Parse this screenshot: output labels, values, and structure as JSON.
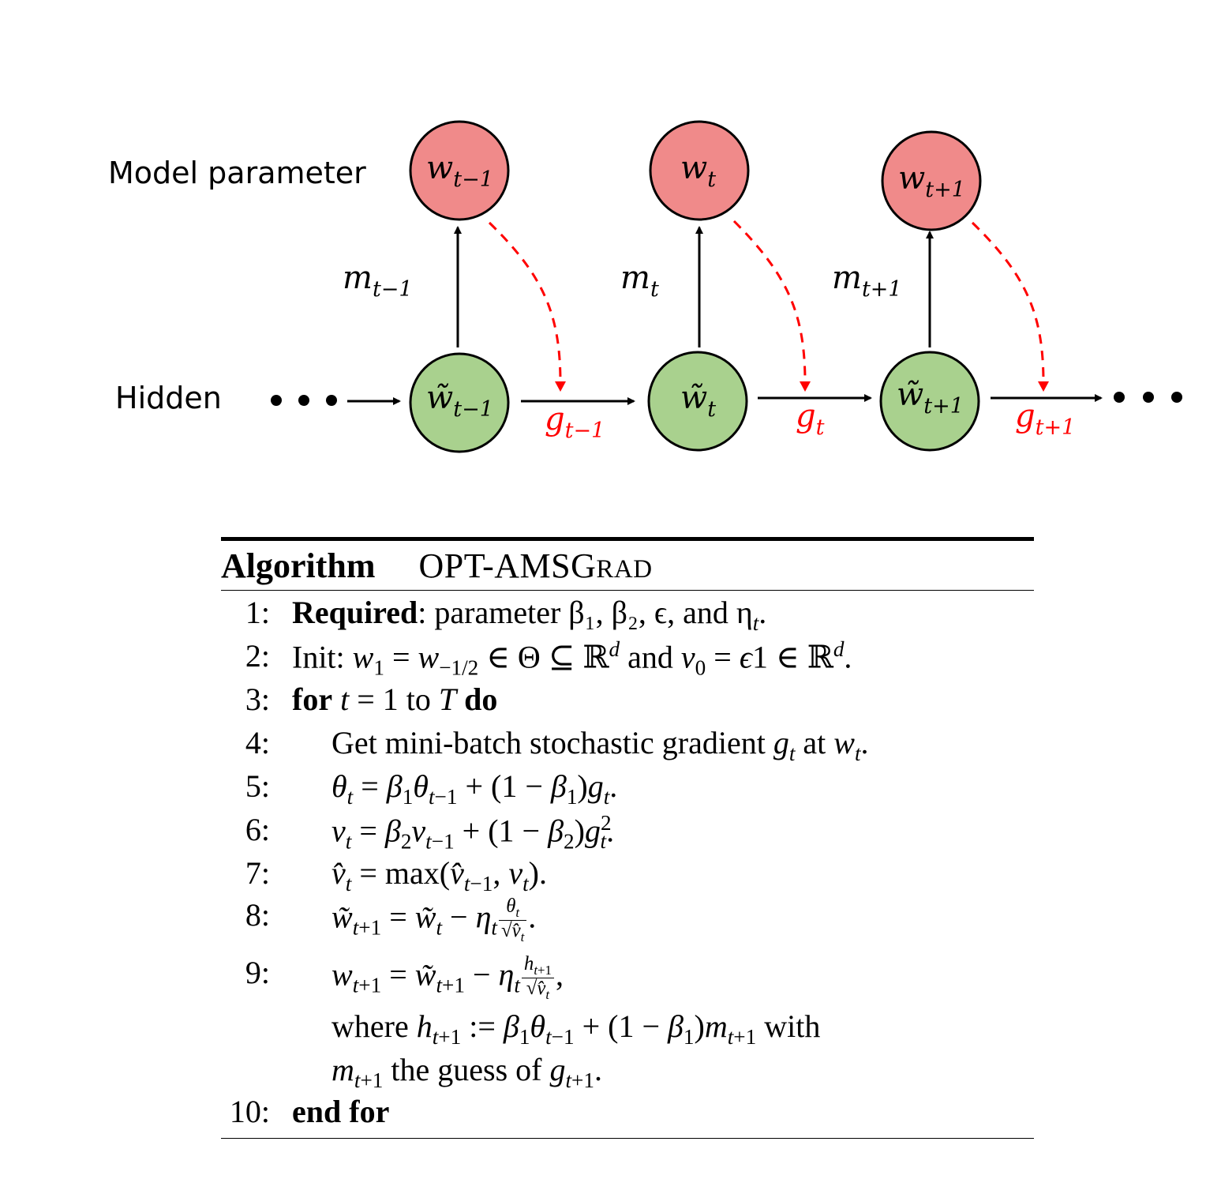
{
  "diagram": {
    "row_labels": {
      "model": "Model parameter",
      "hidden": "Hidden"
    },
    "ellipsis": "• • •",
    "colors": {
      "param_fill": "#f08a8a",
      "hidden_fill": "#a9d18e",
      "gradient": "#ff0000",
      "stroke": "#000000"
    },
    "steps": [
      {
        "param": "w",
        "param_sub": "t−1",
        "hidden": "w̃",
        "hidden_sub": "t−1",
        "momentum": "m",
        "momentum_sub": "t−1",
        "grad": "g",
        "grad_sub": "t−1"
      },
      {
        "param": "w",
        "param_sub": "t",
        "hidden": "w̃",
        "hidden_sub": "t",
        "momentum": "m",
        "momentum_sub": "t",
        "grad": "g",
        "grad_sub": "t"
      },
      {
        "param": "w",
        "param_sub": "t+1",
        "hidden": "w̃",
        "hidden_sub": "t+1",
        "momentum": "m",
        "momentum_sub": "t+1",
        "grad": "g",
        "grad_sub": "t+1"
      }
    ]
  },
  "algorithm": {
    "label": "Algorithm",
    "name_caps": "OPT-AMSG",
    "name_small": "RAD",
    "line_numbers": [
      "1:",
      "2:",
      "3:",
      "4:",
      "5:",
      "6:",
      "7:",
      "8:",
      "9:",
      "10:"
    ],
    "l1": {
      "kw": "Required",
      "rest": ": parameter β₁, β₂, ϵ, and η"
    },
    "l2": {
      "a": "Init: ",
      "b": " and "
    },
    "l3": {
      "for": "for",
      "mid": " to ",
      "do": "do"
    },
    "l4": {
      "a": "Get mini-batch stochastic gradient ",
      "b": " at "
    },
    "l9": {
      "where": "where ",
      "with": " with",
      "guess": " the guess of "
    },
    "l10": {
      "kw": "end for"
    }
  }
}
